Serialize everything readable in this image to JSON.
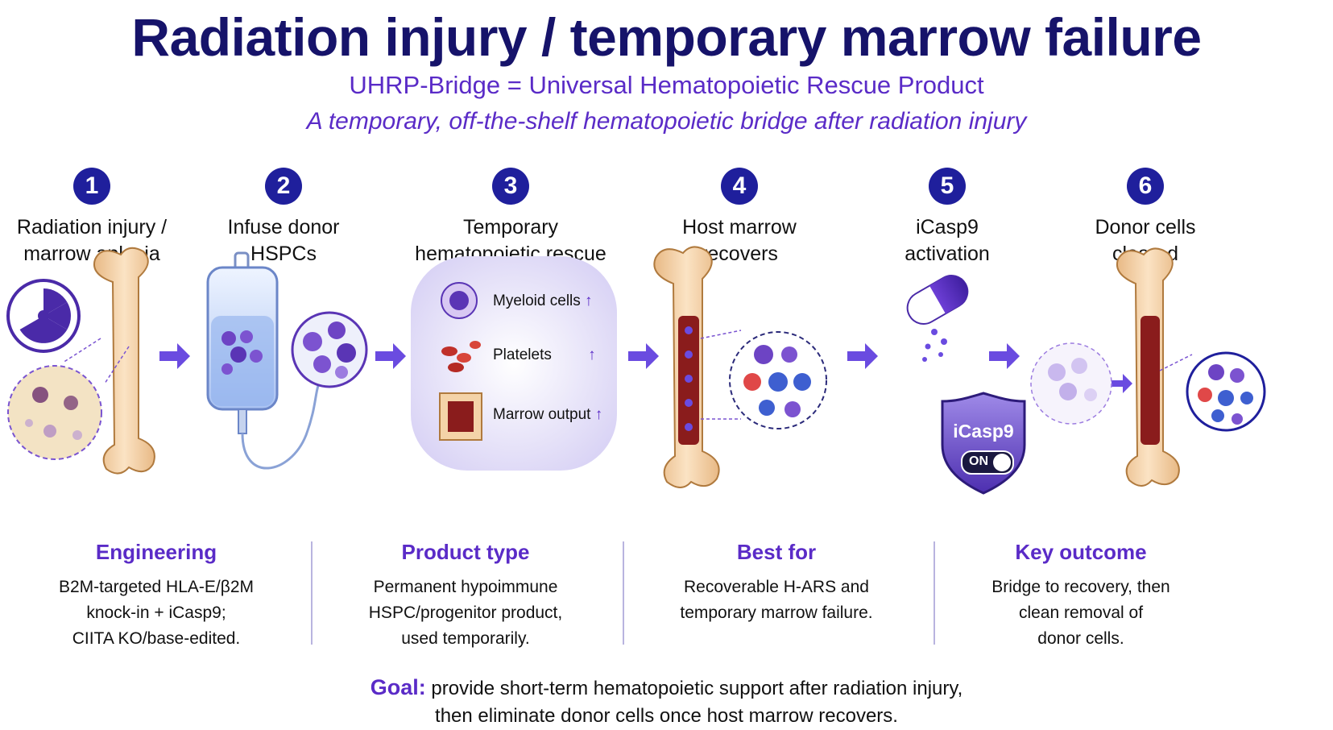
{
  "header": {
    "title": "Radiation injury / temporary marrow failure",
    "subtitle": "UHRP-Bridge = Universal Hematopoietic Rescue Product",
    "tagline": "A temporary, off-the-shelf hematopoietic bridge after radiation injury"
  },
  "steps": [
    {
      "num": "1",
      "label": "Radiation injury /\nmarrow aplasia"
    },
    {
      "num": "2",
      "label": "Infuse donor\nHSPCs"
    },
    {
      "num": "3",
      "label": "Temporary\nhematopoietic rescue"
    },
    {
      "num": "4",
      "label": "Host marrow\nrecovers"
    },
    {
      "num": "5",
      "label": "iCasp9\nactivation"
    },
    {
      "num": "6",
      "label": "Donor cells\ncleared"
    }
  ],
  "rescue": {
    "myeloid": "Myeloid cells",
    "platelets": "Platelets",
    "marrow": "Marrow output",
    "arrow": "↑"
  },
  "shield": {
    "label": "iCasp9",
    "toggle": "ON"
  },
  "columns": [
    {
      "heading": "Engineering",
      "text": "B2M-targeted HLA-E/β2M\nknock-in + iCasp9;\nCIITA KO/base-edited."
    },
    {
      "heading": "Product type",
      "text": "Permanent hypoimmune\nHSPC/progenitor product,\nused temporarily."
    },
    {
      "heading": "Best for",
      "text": "Recoverable H-ARS and\ntemporary marrow failure."
    },
    {
      "heading": "Key outcome",
      "text": "Bridge to recovery, then\nclean removal of\ndonor cells."
    }
  ],
  "goal": {
    "label": "Goal:",
    "line1": "provide short-term hematopoietic support after radiation injury,",
    "line2": "then eliminate donor cells once host marrow recovers."
  },
  "colors": {
    "title": "#16136a",
    "accent": "#5a2bc7",
    "badge": "#1f1f9c",
    "bone": "#f6d9b0",
    "marrow": "#8a1c1c"
  },
  "icons": [
    "radiation-icon",
    "bone-icon",
    "iv-bag-icon",
    "cell-cluster-icon",
    "platelet-icon",
    "capsule-icon",
    "shield-icon",
    "arrow-right-icon"
  ]
}
